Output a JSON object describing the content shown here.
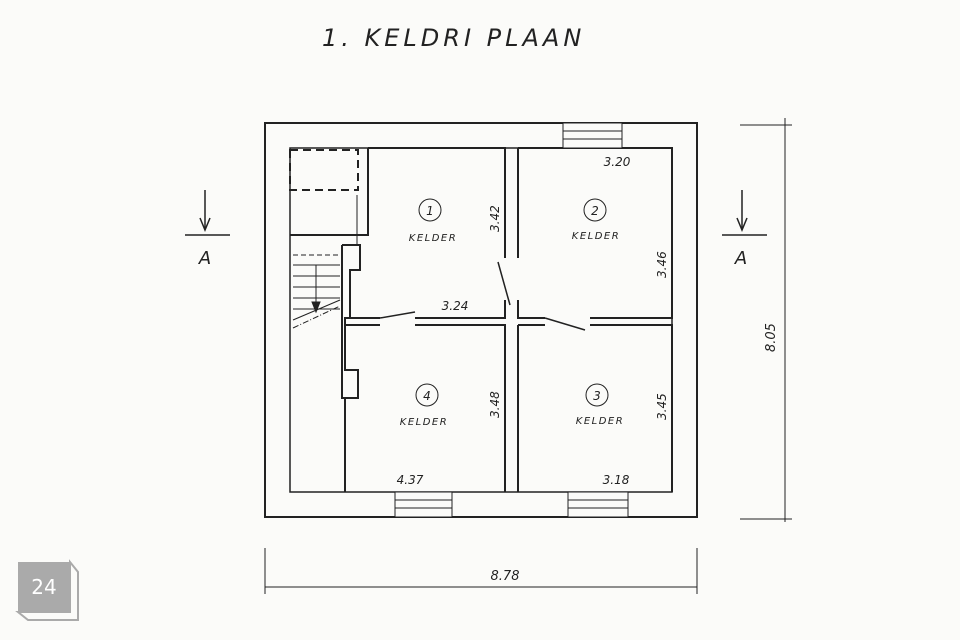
{
  "title": "1. KELDRI PLAAN",
  "rooms": [
    {
      "number": "1",
      "label": "KELDER",
      "dim_a": "3.42",
      "dim_b": "3.24"
    },
    {
      "number": "2",
      "label": "KELDER",
      "dim_a": "3.46",
      "dim_b": "3.20"
    },
    {
      "number": "3",
      "label": "KELDER",
      "dim_a": "3.45",
      "dim_b": "3.18"
    },
    {
      "number": "4",
      "label": "KELDER",
      "dim_a": "3.48",
      "dim_b": "4.37"
    }
  ],
  "overall": {
    "height": "8.05",
    "width": "8.78"
  },
  "section_marker": "A",
  "page_badge": "24"
}
